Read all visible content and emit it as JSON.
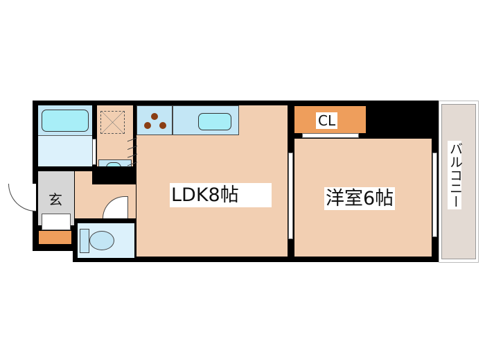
{
  "rooms": {
    "ldk": "LDK8帖",
    "western_room": "洋室6帖",
    "closet": "CL",
    "balcony": "バルコニー",
    "entrance": "玄"
  },
  "colors": {
    "room_floor": "#f2cfb2",
    "wet_area": "#c3e6f5",
    "closet": "#ee9e5c",
    "entrance": "#d6d6d6",
    "balcony": "#e3dad3",
    "wall": "#000000"
  }
}
